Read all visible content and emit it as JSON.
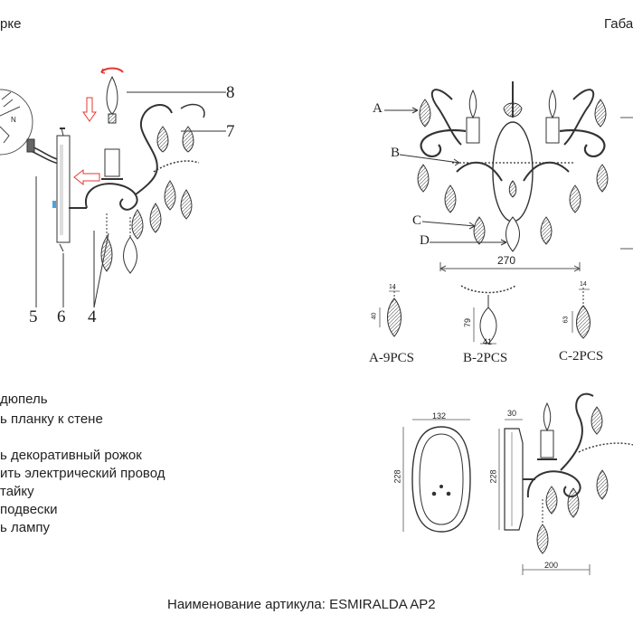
{
  "header": {
    "left_title": "рке",
    "right_title": "Габа"
  },
  "assembly": {
    "callouts": {
      "c8": "8",
      "c7": "7",
      "c5": "5",
      "c6": "6",
      "c4": "4"
    },
    "compass_label": "N"
  },
  "dimensions": {
    "labels": {
      "A": "A",
      "B": "B",
      "C": "C",
      "D": "D"
    },
    "width_top": "270",
    "pendant_counts": {
      "a": "A-9PCS",
      "b": "B-2PCS",
      "c": "C-2PCS"
    },
    "pendant_sizes": {
      "a_w": "14",
      "a_h": "40",
      "b_h": "79",
      "b_w": "41",
      "c_w": "14",
      "c_h": "63"
    },
    "plate_width": "132",
    "plate_height": "228",
    "side_depth": "30",
    "side_height": "228",
    "bottom_width": "200"
  },
  "steps": [
    "дюпель",
    "ь планку к стене",
    "ь декоративный рожок",
    "ить электрический провод",
    "тайку",
    "подвески",
    "ь лампу"
  ],
  "footer": {
    "article": "Наименование артикула: ESMIRALDA AP2"
  },
  "colors": {
    "line": "#333333",
    "accent_red": "#e53935"
  }
}
